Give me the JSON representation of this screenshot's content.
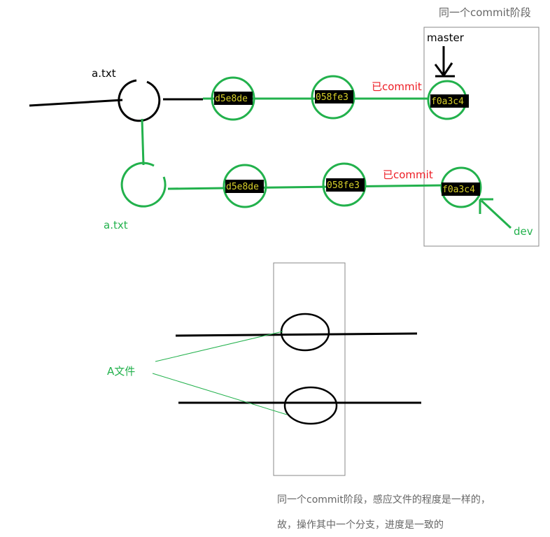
{
  "colors": {
    "green": "#22b14c",
    "red": "#ed1c24",
    "black": "#000000",
    "gray": "#888888"
  },
  "labels": {
    "box_title": "同一个commit阶段",
    "master": "master",
    "dev": "dev",
    "file_top": "a.txt",
    "file_bottom": "a.txt",
    "committed_top": "已commit",
    "committed_bottom": "已commit",
    "file_a": "A文件"
  },
  "commits_master": [
    "d5e8de",
    "058fe3",
    "f0a3c4"
  ],
  "commits_dev": [
    "d5e8de",
    "058fe3",
    "f0a3c4"
  ],
  "notes": [
    "同一个commit阶段，感应文件的程度是一样的，",
    "故，操作其中一个分支，进度是一致的"
  ]
}
